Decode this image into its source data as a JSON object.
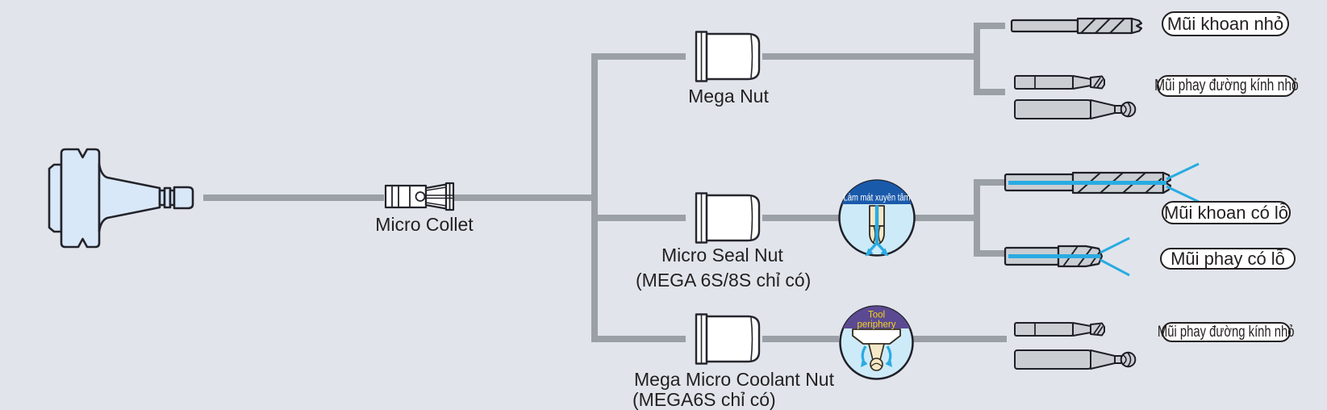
{
  "colors": {
    "background": "#e1e5eb",
    "connector_gray": "#9aa0a5",
    "holder_fill": "#d9e8f8",
    "outline_dark": "#23232b",
    "tool_gray": "#caced3",
    "coolant_blue": "#29abe2",
    "badge_band_blue": "#1a5aab",
    "badge_band_purple": "#5b4a91",
    "badge_text_yellow": "#f7d31a",
    "badge_circle_fill": "#cdeaf8",
    "text_dark": "#231f20"
  },
  "collet": {
    "label": "Micro Collet"
  },
  "branch_top": {
    "nut_label": "Mega Nut",
    "callout_drill": "Mũi khoan nhỏ",
    "callout_mill": "Mũi phay đường kính nhỏ"
  },
  "branch_mid": {
    "nut_label": "Micro Seal Nut",
    "nut_sublabel": "(MEGA 6S/8S chỉ có)",
    "badge": "Làm mát xuyên tâm",
    "callout_drill": "Mũi khoan có lỗ",
    "callout_mill": "Mũi phay có lỗ"
  },
  "branch_bottom": {
    "nut_label": "Mega Micro Coolant Nut",
    "nut_sublabel": "(MEGA6S chỉ có)",
    "badge_line1": "Tool",
    "badge_line2": "periphery",
    "callout_mill": "Mũi phay đường kính nhỏ"
  }
}
